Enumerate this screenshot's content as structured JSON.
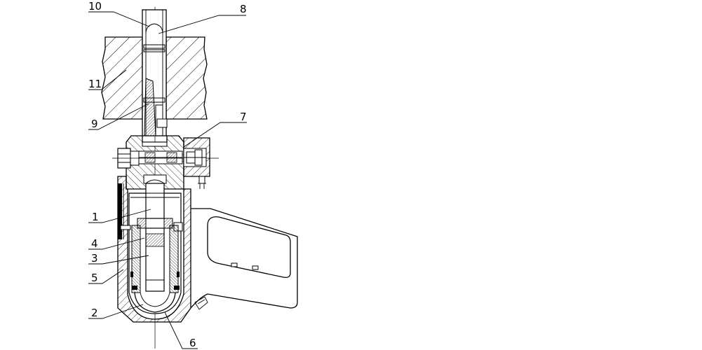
{
  "callouts": [
    {
      "id": "10",
      "text": "10"
    },
    {
      "id": "8",
      "text": "8"
    },
    {
      "id": "11",
      "text": "11"
    },
    {
      "id": "9",
      "text": "9"
    },
    {
      "id": "7",
      "text": "7"
    },
    {
      "id": "1",
      "text": "1"
    },
    {
      "id": "4",
      "text": "4"
    },
    {
      "id": "3",
      "text": "3"
    },
    {
      "id": "5",
      "text": "5"
    },
    {
      "id": "2",
      "text": "2"
    },
    {
      "id": "6",
      "text": "6"
    }
  ]
}
